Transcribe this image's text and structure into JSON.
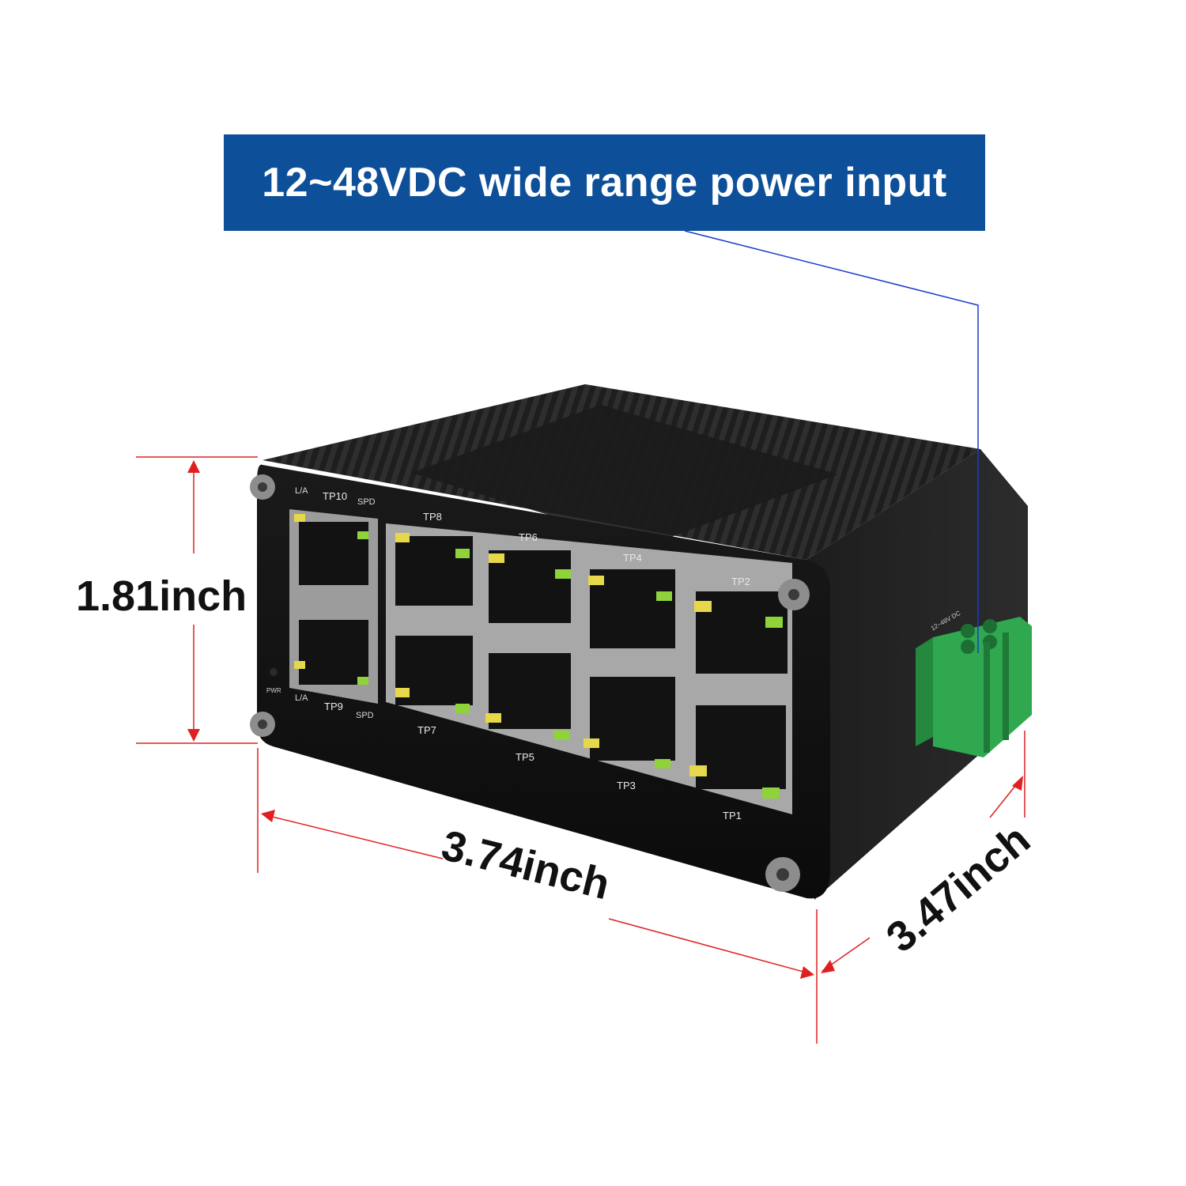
{
  "banner": {
    "text": "12~48VDC wide range power input"
  },
  "dimensions": {
    "height": "1.81inch",
    "width": "3.74inch",
    "depth": "3.47inch"
  },
  "led_labels": {
    "la": "L/A",
    "spd": "SPD",
    "pwr": "PWR"
  },
  "ports": {
    "top": [
      "TP10",
      "TP8",
      "TP6",
      "TP4",
      "TP2"
    ],
    "bottom": [
      "TP9",
      "TP7",
      "TP5",
      "TP3",
      "TP1"
    ]
  },
  "terminal_label": "12~48V DC",
  "colors": {
    "banner": "#0d4f99",
    "dimension_line": "#e02020",
    "terminal": "#2fa84f",
    "leader_line": "#1a3cc8"
  }
}
